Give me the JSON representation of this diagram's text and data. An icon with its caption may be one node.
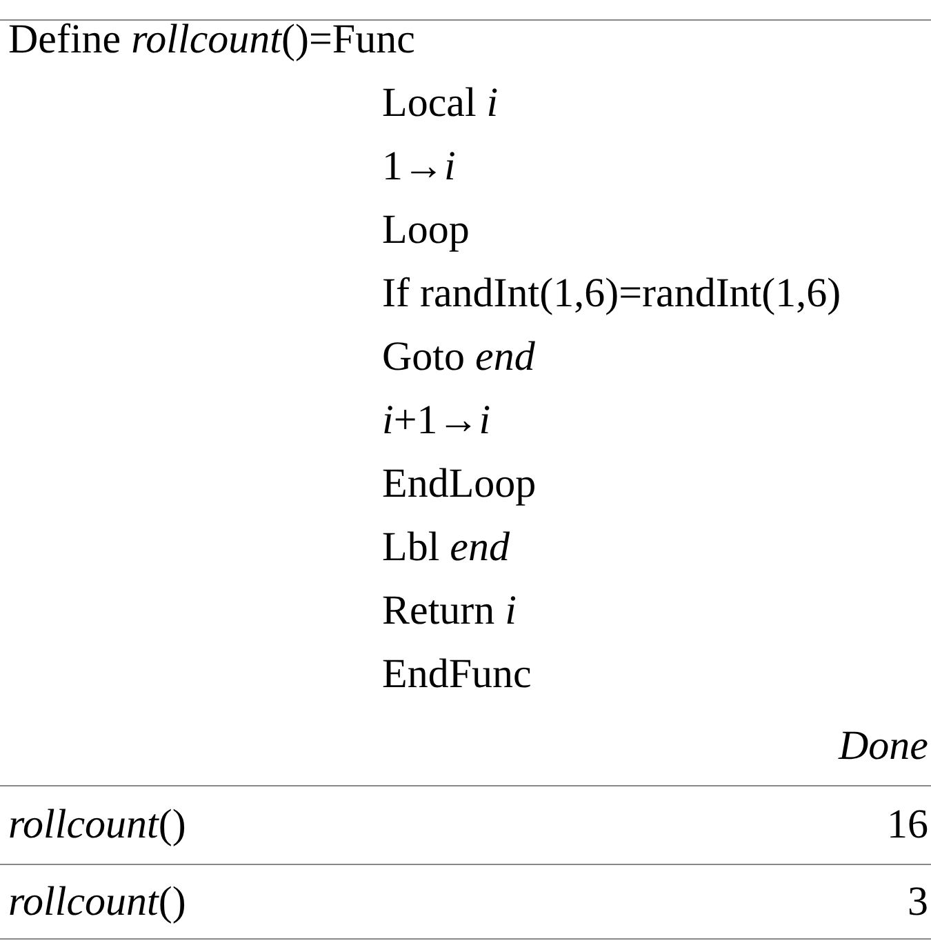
{
  "diagram": {
    "labels": [
      "Define *rollcount*()=Func",
      "Local *i*",
      "1→*i*",
      "Loop",
      "If randInt(1,6)=randInt(1,6)",
      "Goto *end*",
      "*i*+1→*i*",
      "EndLoop",
      "Lbl *end*",
      "Return *i*",
      "EndFunc",
      "Done",
      "*rollcount*()",
      "16",
      "*rollcount*()",
      "3"
    ]
  }
}
